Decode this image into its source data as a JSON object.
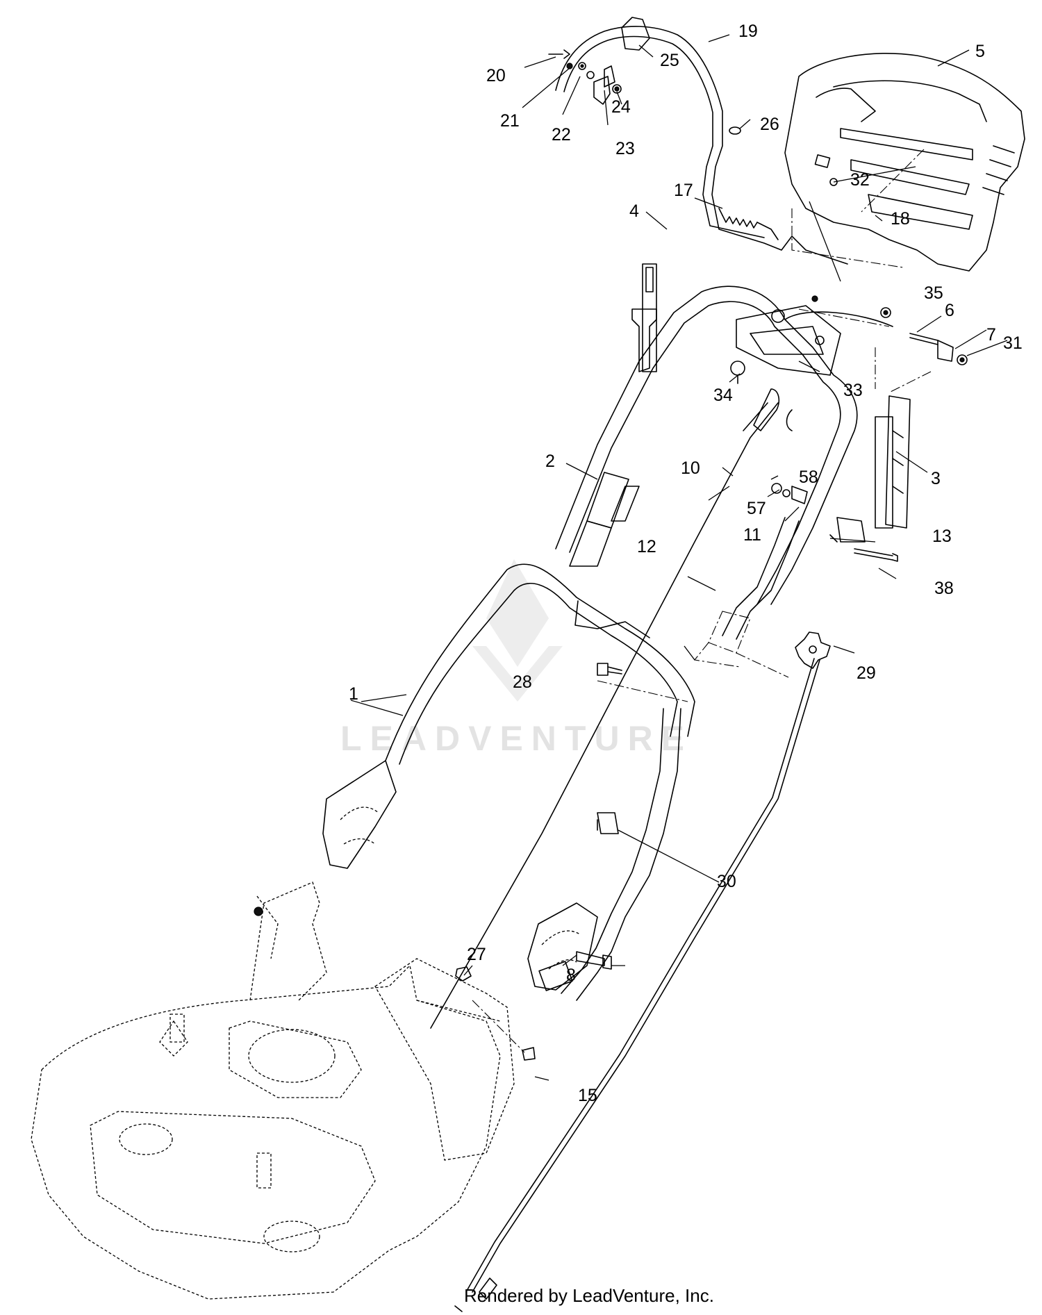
{
  "watermark": {
    "text": "LEADVENTURE"
  },
  "footer": {
    "text": "Rendered by LeadVenture, Inc."
  },
  "callouts": [
    {
      "label": "1"
    },
    {
      "label": "2"
    },
    {
      "label": "3"
    },
    {
      "label": "4"
    },
    {
      "label": "5"
    },
    {
      "label": "6"
    },
    {
      "label": "7"
    },
    {
      "label": "8"
    },
    {
      "label": "10"
    },
    {
      "label": "11"
    },
    {
      "label": "12"
    },
    {
      "label": "13"
    },
    {
      "label": "15"
    },
    {
      "label": "17"
    },
    {
      "label": "18"
    },
    {
      "label": "19"
    },
    {
      "label": "20"
    },
    {
      "label": "21"
    },
    {
      "label": "22"
    },
    {
      "label": "23"
    },
    {
      "label": "24"
    },
    {
      "label": "25"
    },
    {
      "label": "26"
    },
    {
      "label": "27"
    },
    {
      "label": "28"
    },
    {
      "label": "29"
    },
    {
      "label": "30"
    },
    {
      "label": "31"
    },
    {
      "label": "32"
    },
    {
      "label": "33"
    },
    {
      "label": "34"
    },
    {
      "label": "35"
    },
    {
      "label": "38"
    },
    {
      "label": "57"
    },
    {
      "label": "58"
    }
  ]
}
